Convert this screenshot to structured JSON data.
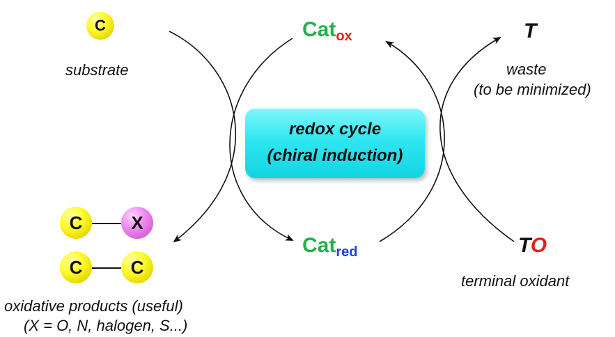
{
  "substrate": {
    "atom": "C",
    "label": "substrate"
  },
  "catalyst_ox": {
    "base": "Cat",
    "sub": "ox",
    "base_color": "#22b14c",
    "sub_color": "#e51f1f"
  },
  "catalyst_red": {
    "base": "Cat",
    "sub": "red",
    "base_color": "#22b14c",
    "sub_color": "#2040e0"
  },
  "waste": {
    "symbol": "T",
    "line1": "waste",
    "line2": "(to be minimized)"
  },
  "oxidant": {
    "symbol_t": "T",
    "symbol_o": "O",
    "o_color": "#e51f1f",
    "label": "terminal oxidant"
  },
  "center_box": {
    "line1": "redox cycle",
    "line2": "(chiral induction)",
    "color": "#2fe6f0"
  },
  "products": {
    "row1": {
      "left": "C",
      "right": "X"
    },
    "row2": {
      "left": "C",
      "right": "C"
    },
    "line1": "oxidative products (useful)",
    "line2": "(X = O, N, halogen, S...)"
  },
  "colors": {
    "carbon_ball": "#ffff33",
    "x_ball": "#f28af2",
    "arrows": "#111111"
  }
}
